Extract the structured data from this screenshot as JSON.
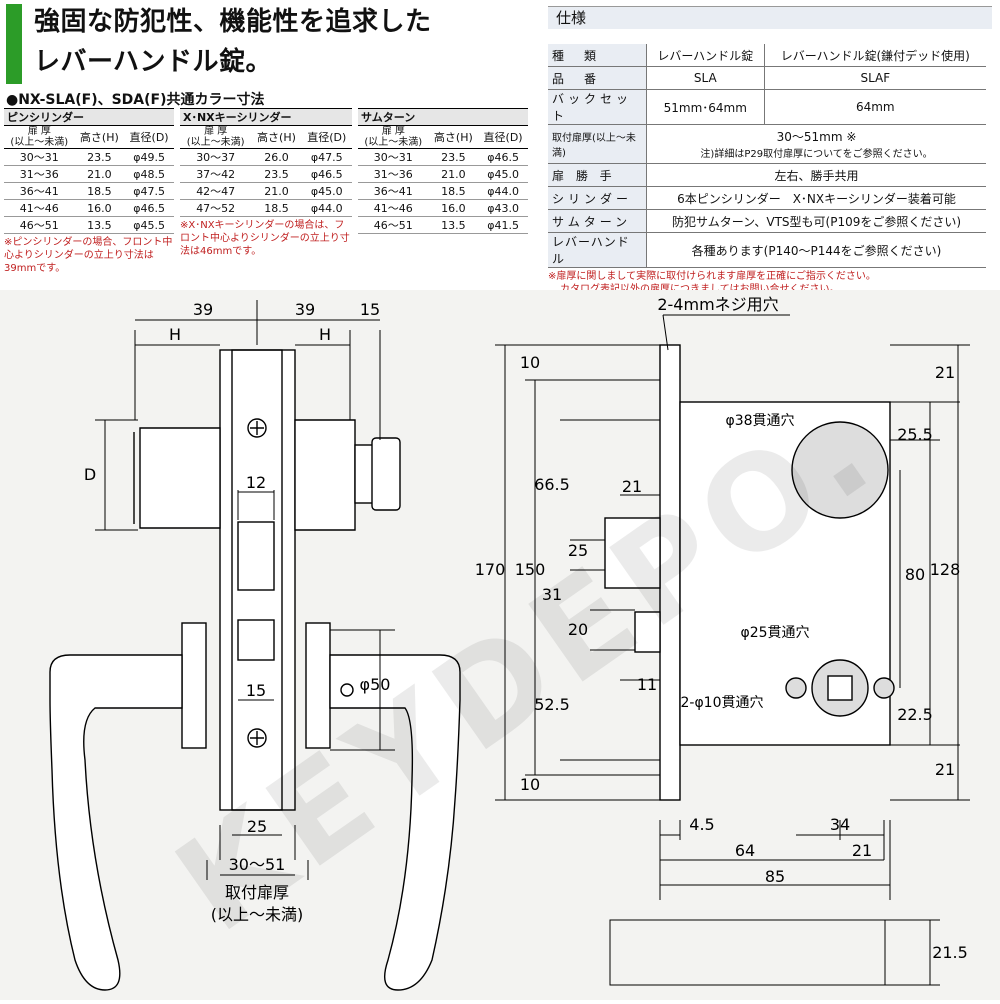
{
  "header": {
    "title_line1": "強固な防犯性、機能性を追求した",
    "title_line2": "レバーハンドル錠。",
    "subtitle": "●NX-SLA(F)、SDA(F)共通カラー寸法"
  },
  "pin_cylinder": {
    "caption": "ピンシリンダー",
    "headers": [
      "扉 厚\n(以上～未満)",
      "高さ(H)",
      "直径(D)"
    ],
    "rows": [
      [
        "30～31",
        "23.5",
        "φ49.5"
      ],
      [
        "31～36",
        "21.0",
        "φ48.5"
      ],
      [
        "36～41",
        "18.5",
        "φ47.5"
      ],
      [
        "41～46",
        "16.0",
        "φ46.5"
      ],
      [
        "46～51",
        "13.5",
        "φ45.5"
      ]
    ],
    "note": "※ピンシリンダーの場合、フロント中心よりシリンダーの立上り寸法は39mmです。"
  },
  "xnx_cylinder": {
    "caption": "X･NXキーシリンダー",
    "headers": [
      "扉 厚\n(以上～未満)",
      "高さ(H)",
      "直径(D)"
    ],
    "rows": [
      [
        "30～37",
        "26.0",
        "φ47.5"
      ],
      [
        "37～42",
        "23.5",
        "φ46.5"
      ],
      [
        "42～47",
        "21.0",
        "φ45.0"
      ],
      [
        "47～52",
        "18.5",
        "φ44.0"
      ]
    ],
    "note": "※X･NXキーシリンダーの場合は、フロント中心よりシリンダーの立上り寸法は46mmです。"
  },
  "thumbturn": {
    "caption": "サムターン",
    "headers": [
      "扉 厚\n(以上～未満)",
      "高さ(H)",
      "直径(D)"
    ],
    "rows": [
      [
        "30～31",
        "23.5",
        "φ46.5"
      ],
      [
        "31～36",
        "21.0",
        "φ45.0"
      ],
      [
        "36～41",
        "18.5",
        "φ44.0"
      ],
      [
        "41～46",
        "16.0",
        "φ43.0"
      ],
      [
        "46～51",
        "13.5",
        "φ41.5"
      ]
    ]
  },
  "spec": {
    "title": "仕様",
    "rows": [
      {
        "key": "種　類",
        "a": "レバーハンドル錠",
        "b": "レバーハンドル錠(鎌付デッド使用)"
      },
      {
        "key": "品　番",
        "a": "SLA",
        "b": "SLAF"
      },
      {
        "key": "バックセット",
        "a": "51mm･64mm",
        "b": "64mm"
      },
      {
        "key": "取付扉厚(以上～未満)",
        "a": "30～51mm ※",
        "sub": "注)詳細はP29取付扉厚についてをご参照ください。"
      },
      {
        "key": "扉 勝 手",
        "a": "左右、勝手共用"
      },
      {
        "key": "シリンダー",
        "a": "6本ピンシリンダー　X･NXキーシリンダー装着可能"
      },
      {
        "key": "サムターン",
        "a": "防犯サムターン、VTS型も可(P109をご参照ください)"
      },
      {
        "key": "レバーハンドル",
        "a": "各種あります(P140～P144をご参照ください)"
      }
    ],
    "note1": "※扉厚に関しまして実際に取付けられます扉厚を正確にご指示ください。",
    "note2": "カタログ表記以外の扉厚につきましてはお問い合せください。"
  },
  "drawing": {
    "watermark": "KEYDEPO.",
    "left": {
      "dim_39a": "39",
      "dim_39b": "39",
      "dim_15top": "15",
      "dim_H1": "H",
      "dim_H2": "H",
      "dim_D": "D",
      "dim_12": "12",
      "dim_15mid": "15",
      "dim_25": "25",
      "dim_phi50": "φ50",
      "dim_door": "30～51",
      "door_label1": "取付扉厚",
      "door_label2": "(以上～未満)"
    },
    "right": {
      "screw_hole": "2-4mmネジ用穴",
      "phi38": "φ38貫通穴",
      "phi25": "φ25貫通穴",
      "phi10": "2-φ10貫通穴",
      "v10a": "10",
      "v66_5": "66.5",
      "v25": "25",
      "v31": "31",
      "v20": "20",
      "v52_5": "52.5",
      "v10b": "10",
      "v150": "150",
      "v170": "170",
      "r21a": "21",
      "r25_5": "25.5",
      "r80": "80",
      "r128": "128",
      "r22_5": "22.5",
      "r21b": "21",
      "h21": "21",
      "h11": "11",
      "h4_5": "4.5",
      "h34": "34",
      "h64": "64",
      "h21b": "21",
      "h85": "85",
      "h21_5": "21.5"
    }
  }
}
